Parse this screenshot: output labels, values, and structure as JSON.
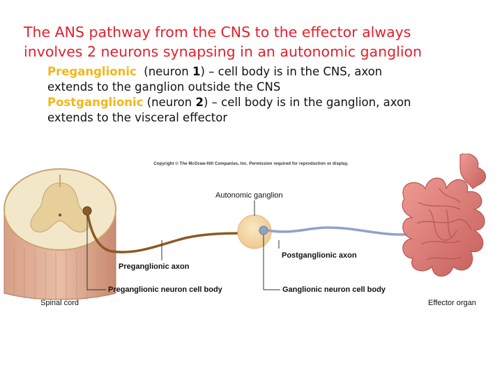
{
  "heading": {
    "line1": "The ANS pathway from the CNS to the effector always",
    "line2": "involves 2 neurons synapsing in an autonomic ganglion"
  },
  "bullets": [
    {
      "term": "Preganglionic",
      "neuron_prefix": "(neuron ",
      "number": "1",
      "rest": ") – cell body is in the CNS, axon",
      "continuation": "extends to the ganglion outside the CNS"
    },
    {
      "term": "Postganglionic",
      "neuron_prefix": "(neuron  ",
      "number": "2",
      "rest": ") – cell body is in the ganglion, axon",
      "continuation": "extends to the visceral effector"
    }
  ],
  "figure": {
    "copyright": "Copyright © The McGraw-Hill Companies, Inc. Permission required for reproduction or display.",
    "labels": {
      "autonomic_ganglion": "Autonomic ganglion",
      "postganglionic_axon": "Postganglionic axon",
      "preganglionic_axon": "Preganglionic axon",
      "preganglionic_cell_body": "Preganglionic neuron cell body",
      "ganglionic_cell_body": "Ganglionic neuron cell body",
      "spinal_cord": "Spinal cord",
      "effector_organ": "Effector organ"
    }
  },
  "colors": {
    "heading": "#e2202c",
    "term": "#f0b81c",
    "preganglionic_axon": "#8a5a24",
    "postganglionic_axon": "#8fa3c8",
    "ganglion": "#f5d6a6",
    "intestine": "#d9706e"
  }
}
